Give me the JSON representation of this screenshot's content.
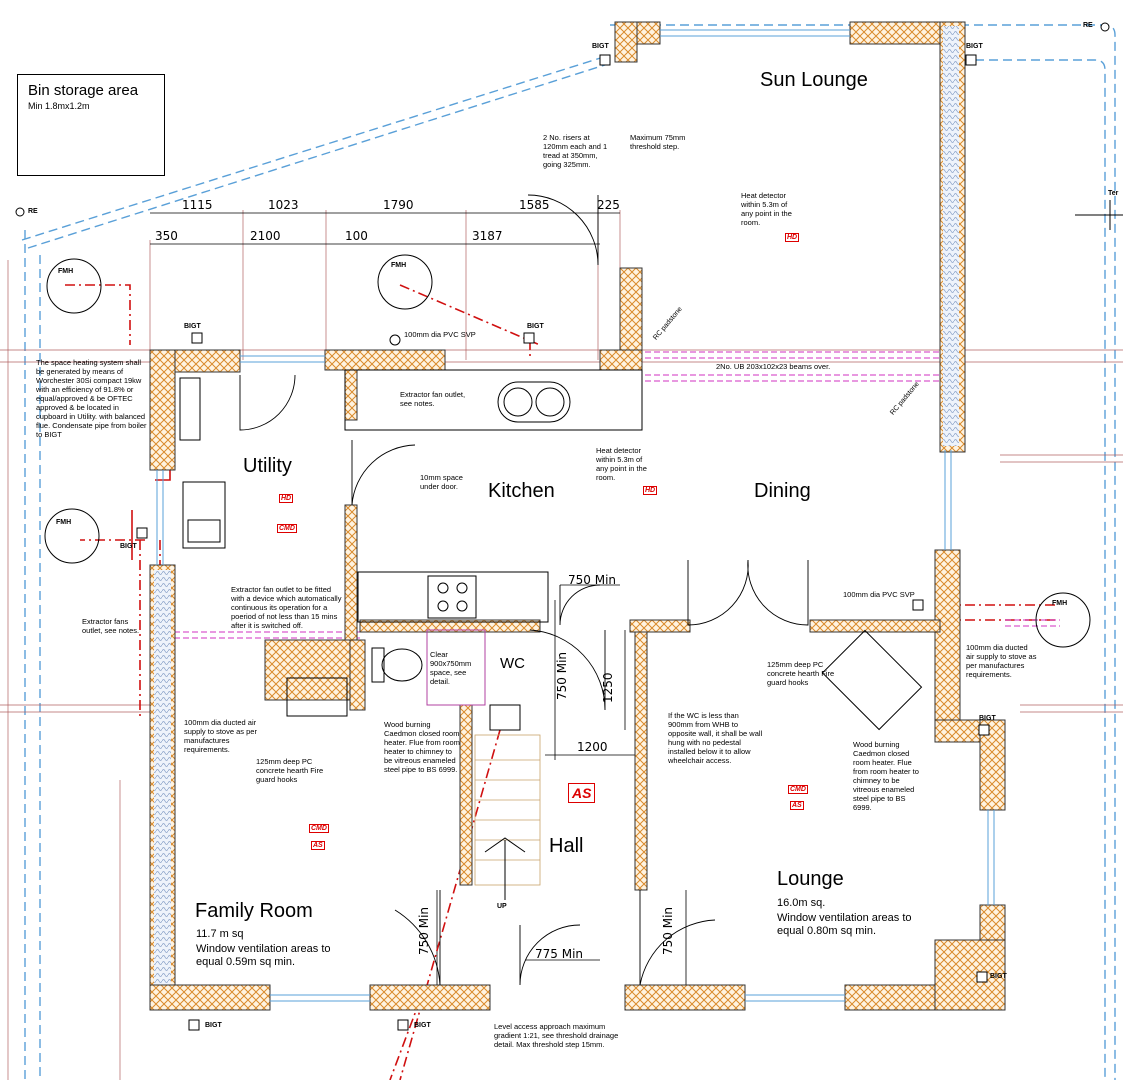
{
  "bin": {
    "title": "Bin storage area",
    "sub": "Min 1.8mx1.2m"
  },
  "rooms": {
    "sun_lounge": "Sun Lounge",
    "utility": "Utility",
    "kitchen": "Kitchen",
    "dining": "Dining",
    "wc": "WC",
    "hall": "Hall",
    "lounge": "Lounge",
    "family": "Family Room"
  },
  "room_info": {
    "family_area": "11.7 m sq",
    "family_vent": "Window ventilation areas to equal 0.59m sq min.",
    "lounge_area": "16.0m sq.",
    "lounge_vent": "Window ventilation areas to equal 0.80m sq min."
  },
  "dims": {
    "top": [
      "1115",
      "1023",
      "1790",
      "1585",
      "225"
    ],
    "second": [
      "350",
      "2100",
      "100",
      "3187"
    ],
    "d750a": "750 Min",
    "d750b": "750 Min",
    "d1250": "1250",
    "d1200": "1200",
    "d750c": "750 Min",
    "d775": "775 Min",
    "d750d": "750 Min"
  },
  "tags": {
    "bigt": "BIGT",
    "re": "RE",
    "fmh": "FMH",
    "hd": "HD",
    "cmd": "CMD",
    "as": "AS",
    "up": "UP",
    "ter": "Ter",
    "rc_pad1": "RC padstone",
    "rc_pad2": "RC padstone"
  },
  "notes": {
    "risers": "2 No. risers at 120mm each and 1 tread at 350mm, going 325mm.",
    "threshold": "Maximum 75mm threshold step.",
    "heat_sun": "Heat detector within 5.3m of any point in the room.",
    "heat_kitchen": "Heat detector within 5.3m of any point in the room.",
    "svp_top": "100mm dia PVC SVP",
    "svp_right": "100mm dia PVC SVP",
    "beams": "2No. UB 203x102x23 beams over.",
    "extractor_kitchen": "Extractor fan outlet, see notes.",
    "space_heating": "The space heating system shall be generated by means of Worchester 30Si compact 19kw with an efficiency of 91.8% or equal/approved & be OFTEC approved & be located in cupboard in Utility. with balanced flue. Condensate pipe from boiler to BIGT",
    "door_gap": "10mm space under door.",
    "extractor_utility": "Extractor fan outlet to be fitted with a device which automatically continuous its operation for a poeriod of not less than 15 mins after it is switched off.",
    "extractor_fans": "Extractor fans outlet, see notes.",
    "clear": "Clear 900x750mm space, see detail.",
    "hearth_right": "125mm deep PC concrete hearth Fire guard hooks",
    "duct_right": "100mm dia ducted air supply to stove as per manufactures requirements.",
    "duct_left": "100mm dia ducted air supply to stove as per manufactures requirements.",
    "hearth_left": "125mm deep PC concrete hearth Fire guard hooks",
    "stove_left": "Wood burning Caedmon closed room heater. Flue from room heater to chimney to be vitreous enameled steel pipe to BS 6999.",
    "wc_note": "If the WC is less than 900mm from WHB to opposite wall, it shall be wall hung with no pedestal installed below it to allow wheelchair access.",
    "stove_right": "Wood burning Caedmon closed room heater. Flue from room heater to chimney to be vitreous enameled steel pipe to BS 6999.",
    "access": "Level access approach maximum gradient 1:21, see threshold drainage detail. Max threshold step 15mm."
  }
}
